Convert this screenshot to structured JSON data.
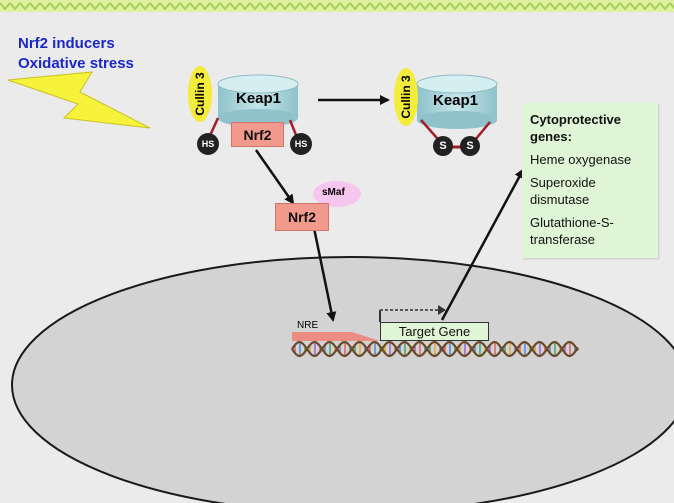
{
  "inducer": {
    "line1": "Nrf2 inducers",
    "line2": "Oxidative stress"
  },
  "complex_reduced": {
    "cullin": "Cullin 3",
    "keap": "Keap1",
    "nrf2": "Nrf2",
    "thiol_left": "HS",
    "thiol_right": "HS"
  },
  "complex_oxidized": {
    "cullin": "Cullin 3",
    "keap": "Keap1",
    "sulfur_left": "S",
    "sulfur_right": "S"
  },
  "free_nrf2": {
    "label": "Nrf2",
    "partner": "sMaf"
  },
  "nucleus": {
    "element_label": "NRE",
    "target_gene": "Target Gene"
  },
  "genes": {
    "title_line1": "Cytoprotective",
    "title_line2": "genes:",
    "item1": "Heme oxygenase",
    "item2_line1": "Superoxide",
    "item2_line2": "dismutase",
    "item3_line1": "Glutathione-S-",
    "item3_line2": "transferase"
  },
  "colors": {
    "nrf2": "#f39a8e",
    "keap1": "#a9d4da",
    "cullin": "#f4ec3a",
    "smaf": "#f6c6ef",
    "genes_box": "#dff5d6",
    "inducer_text": "#1a27c9",
    "lightning": "#f7f23b"
  }
}
